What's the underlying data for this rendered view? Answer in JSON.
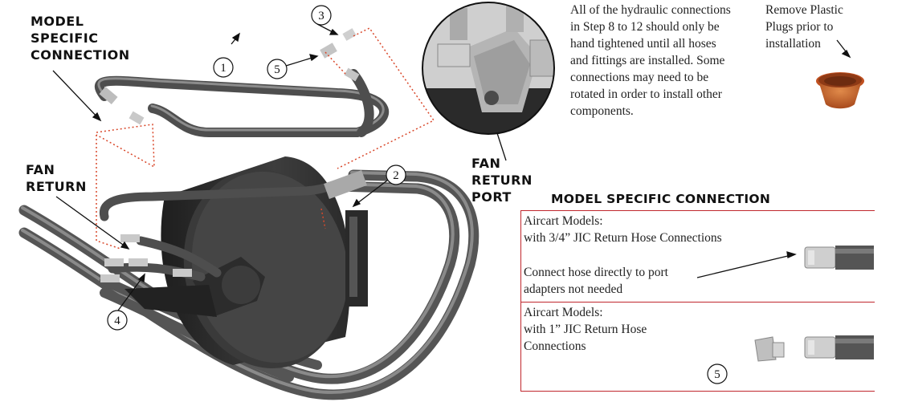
{
  "labels": {
    "model_specific_connection": [
      "MODEL",
      "SPECIFIC",
      "CONNECTION"
    ],
    "fan_return": [
      "FAN",
      "RETURN"
    ],
    "fan_return_port": [
      "FAN",
      "RETURN",
      "PORT"
    ]
  },
  "callouts": [
    "1",
    "2",
    "3",
    "4",
    "5",
    "5"
  ],
  "instructions": {
    "lines": [
      "All of the hydraulic connections",
      "in Step 8 to 12 should only be",
      "hand tightened until all hoses",
      "and fittings are installed. Some",
      "connections may need to be",
      "rotated in order to install other",
      "components."
    ]
  },
  "plug_note": {
    "lines": [
      "Remove Plastic",
      "Plugs prior to",
      "installation"
    ]
  },
  "table": {
    "title": "MODEL SPECIFIC CONNECTION",
    "rows": [
      {
        "lines": [
          "Aircart Models:",
          "with 3/4” JIC Return Hose Connections"
        ],
        "note": [
          "Connect hose directly to port",
          "adapters not needed"
        ]
      },
      {
        "lines": [
          "Aircart Models:",
          "with 1” JIC Return Hose",
          "Connections"
        ]
      }
    ]
  },
  "colors": {
    "table_border": "#c0272d",
    "leader_dotted": "#d9482b",
    "plug_orange": "#c8602a",
    "hose": "#5a5a5a",
    "motor": "#2f2f2f"
  }
}
